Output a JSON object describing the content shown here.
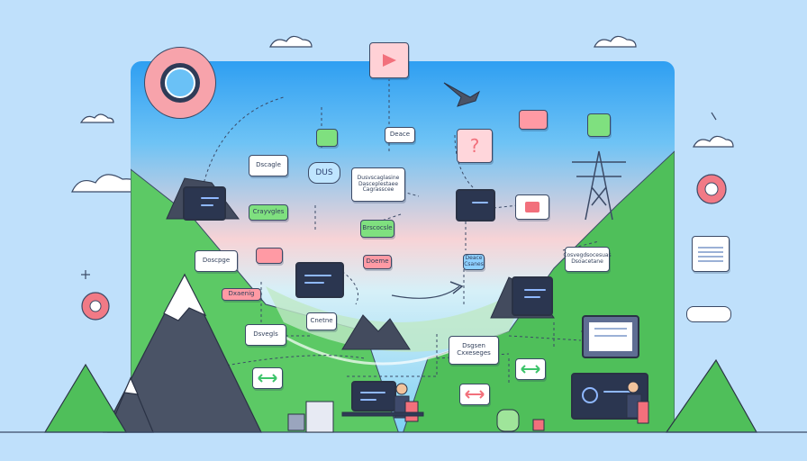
{
  "nodes": {
    "top_left_box": "Dscagle",
    "left_mid_box": "Doscpge",
    "left_low_box": "Dsvegls",
    "green_left": "Crayvgles",
    "pink_left": "Dxaenig",
    "dus_tag": "DUS",
    "small_green_top": "",
    "small_mid_top": "Deace",
    "center_box": "Dusvscaglasine Dasceplestaee Cagrasscee",
    "green_center": "Brscocsle",
    "pink_center": "Doeme",
    "white_low_center": "Cnetne",
    "blue_small": "Deace Csanes",
    "bottom_center_box": "Dsgsen Cxxeseges",
    "right_card_text": "Cosvegdsocesuas Dsoacetane",
    "question_mark": "?"
  },
  "colors": {
    "sky": "#bfe0fb",
    "panel_top": "#2f9ff2",
    "accent_pink": "#ff9aa4",
    "accent_green": "#7fe07f",
    "mountain_green": "#4fbf5a",
    "dark_ink": "#3b4a66"
  },
  "icons": [
    "gear-icon",
    "play-icon",
    "airplane-icon",
    "power-tower-icon",
    "question-icon",
    "swap-arrows-icon",
    "person-at-computer-icon",
    "cloud-icon"
  ]
}
